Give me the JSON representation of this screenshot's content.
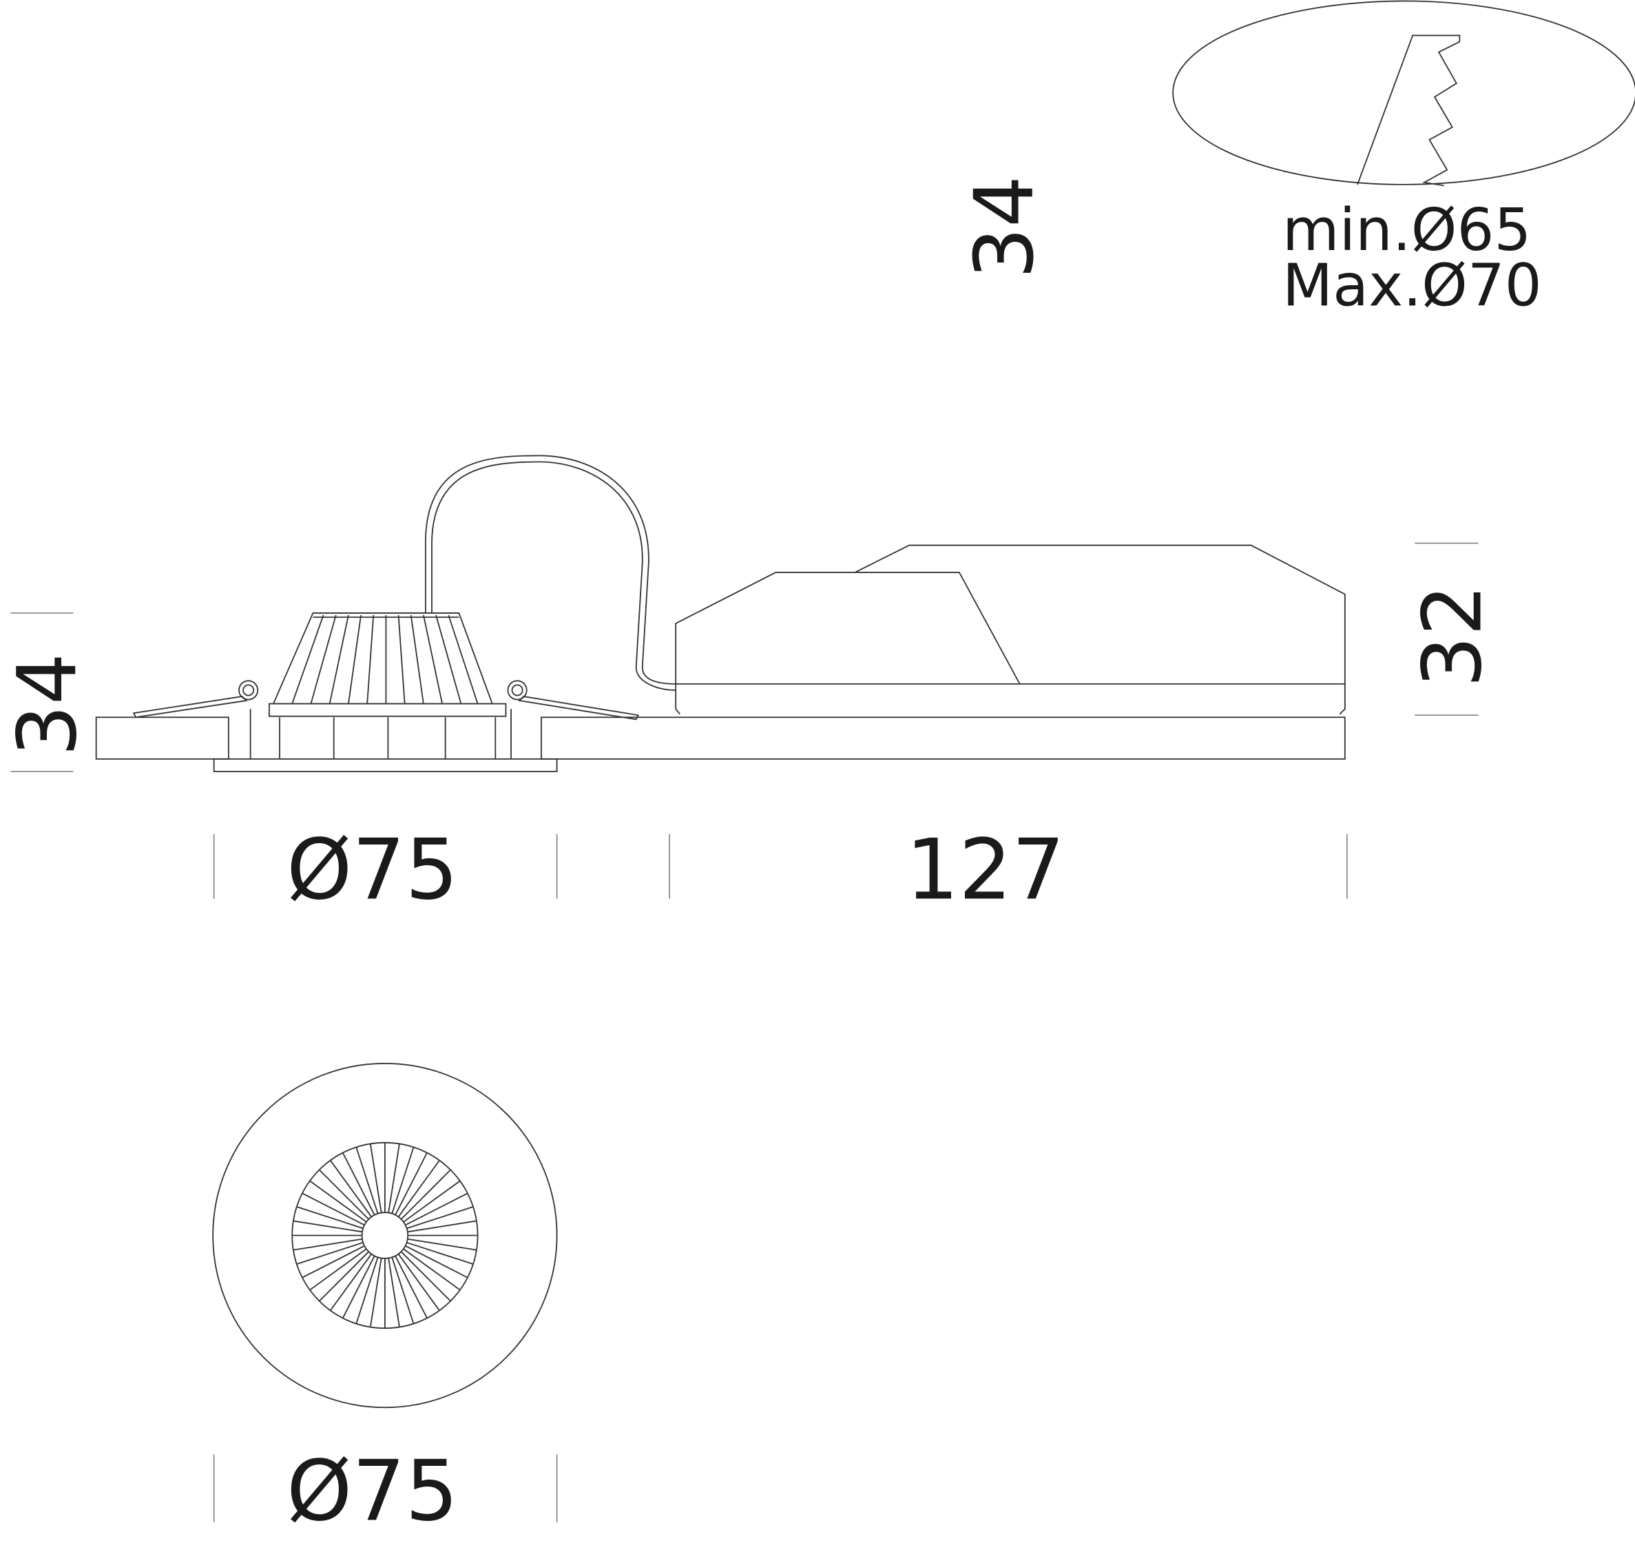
{
  "cutout_detail": {
    "min_label": "min.Ø65",
    "max_label": "Max.Ø70",
    "height_label": "34"
  },
  "side_view": {
    "height_left": "34",
    "height_right": "32",
    "width_fixture": "Ø75",
    "width_driver": "127"
  },
  "top_view": {
    "diameter": "Ø75"
  }
}
